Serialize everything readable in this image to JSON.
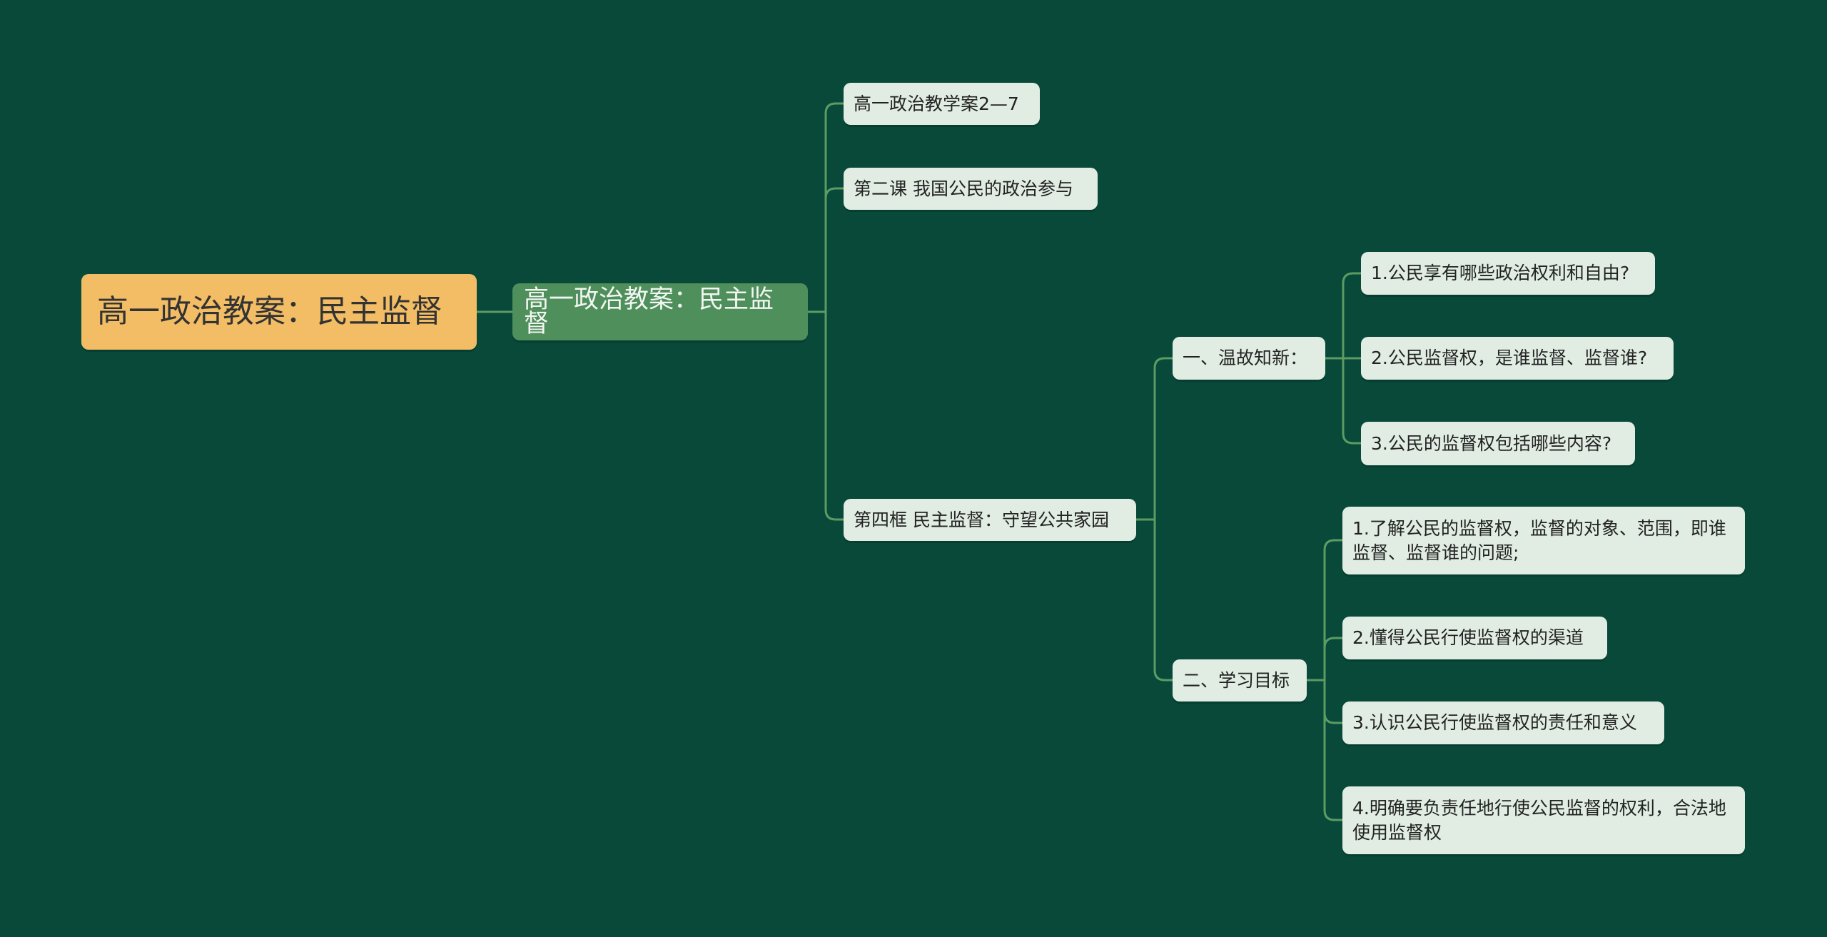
{
  "root": {
    "label": "高一政治教案：民主监督"
  },
  "main": {
    "label": "高一政治教案：民主监督"
  },
  "level1": [
    {
      "label": "高一政治教学案2—7"
    },
    {
      "label": "第二课 我国公民的政治参与"
    },
    {
      "label": "第四框 民主监督：守望公共家园"
    }
  ],
  "sections": [
    {
      "label": "一、温故知新：",
      "items": [
        "1.公民享有哪些政治权利和自由?",
        "2.公民监督权，是谁监督、监督谁?",
        "3.公民的监督权包括哪些内容?"
      ]
    },
    {
      "label": "二、学习目标",
      "items": [
        "1.了解公民的监督权，监督的对象、范围，即谁监督、监督谁的问题;",
        "2.懂得公民行使监督权的渠道",
        "3.认识公民行使监督权的责任和意义",
        "4.明确要负责任地行使公民监督的权利，合法地使用监督权"
      ]
    }
  ],
  "colors": {
    "background": "#08493a",
    "line": "#5c9c63",
    "root": "#f2bd64",
    "main": "#4f8f5b",
    "node": "#e1ede3"
  }
}
